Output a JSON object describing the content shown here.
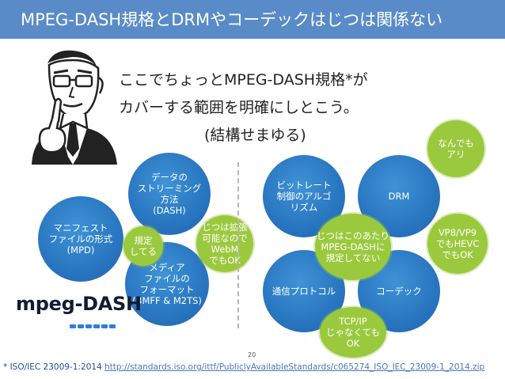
{
  "slide": {
    "title": "MPEG-DASH規格とDRMやコーデックはじつは関係ない",
    "headline": {
      "line1": "ここでちょっとMPEG-DASH規格*が",
      "line2": "カバーする範囲を明確にしとこう。",
      "line3": "(結構せまゆる)"
    },
    "left_circles": {
      "streaming": [
        "データの",
        "ストリーミング",
        "方法",
        "(DASH)"
      ],
      "manifest": [
        "マニフェスト",
        "ファイルの形式",
        "(MPD)"
      ],
      "media": [
        "メディア",
        "ファイルの",
        "フォーマット",
        "(BMFF & M2TS)"
      ]
    },
    "left_bubbles": {
      "defined": [
        "規定",
        "してる"
      ],
      "webm": [
        "じつは拡張",
        "可能なので",
        "WebM",
        "でもOK"
      ]
    },
    "right_circles": {
      "bitrate": [
        "ビットレート",
        "制御のアルゴ",
        "リズム"
      ],
      "drm": [
        "DRM"
      ],
      "protocol": [
        "通信プロトコル"
      ],
      "codec": [
        "コーデック"
      ]
    },
    "right_bubbles": {
      "anything": [
        "なんでも",
        "アリ"
      ],
      "not_defined": [
        "じつはこのあたり",
        "MPEG-DASHに",
        "規定してない"
      ],
      "vp8": [
        "VP8/VP9",
        "でもHEVC",
        "でもOK"
      ],
      "tcpip": [
        "TCP/IP",
        "じゃなくても",
        "OK"
      ]
    },
    "logo": "mpeg-DASH",
    "page_number": "20",
    "footer": {
      "prefix": "* ISO/IEC 23009-1:2014 ",
      "link": "http://standards.iso.org/ittf/PubliclyAvailableStandards/c065274_ISO_IEC_23009-1_2014.zip"
    },
    "colors": {
      "title_bar": "#5a8bc9",
      "circle": "#2a78c2",
      "bubble": "#9bc93e"
    }
  }
}
